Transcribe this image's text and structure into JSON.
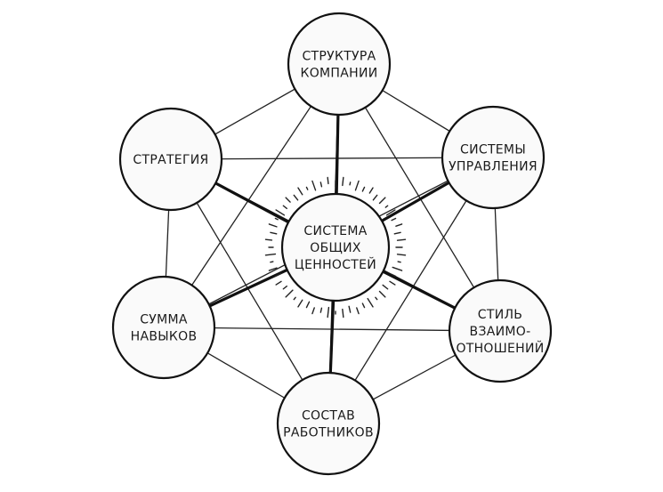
{
  "diagram": {
    "center": {
      "id": "center",
      "lines": [
        "СИСТЕМА",
        "ОБЩИХ",
        "ЦЕННОСТЕЙ"
      ]
    },
    "nodes": [
      {
        "id": "structure",
        "lines": [
          "СТРУКТУРА",
          "КОМПАНИИ"
        ]
      },
      {
        "id": "systems",
        "lines": [
          "СИСТЕМЫ",
          "УПРАВЛЕНИЯ"
        ]
      },
      {
        "id": "style",
        "lines": [
          "СТИЛЬ",
          "ВЗАИМО-",
          "ОТНОШЕНИЙ"
        ]
      },
      {
        "id": "staff",
        "lines": [
          "СОСТАВ",
          "РАБОТНИКОВ"
        ]
      },
      {
        "id": "skills",
        "lines": [
          "СУММА",
          "НАВЫКОВ"
        ]
      },
      {
        "id": "strategy",
        "lines": [
          "СТРАТЕГИЯ"
        ]
      }
    ]
  }
}
